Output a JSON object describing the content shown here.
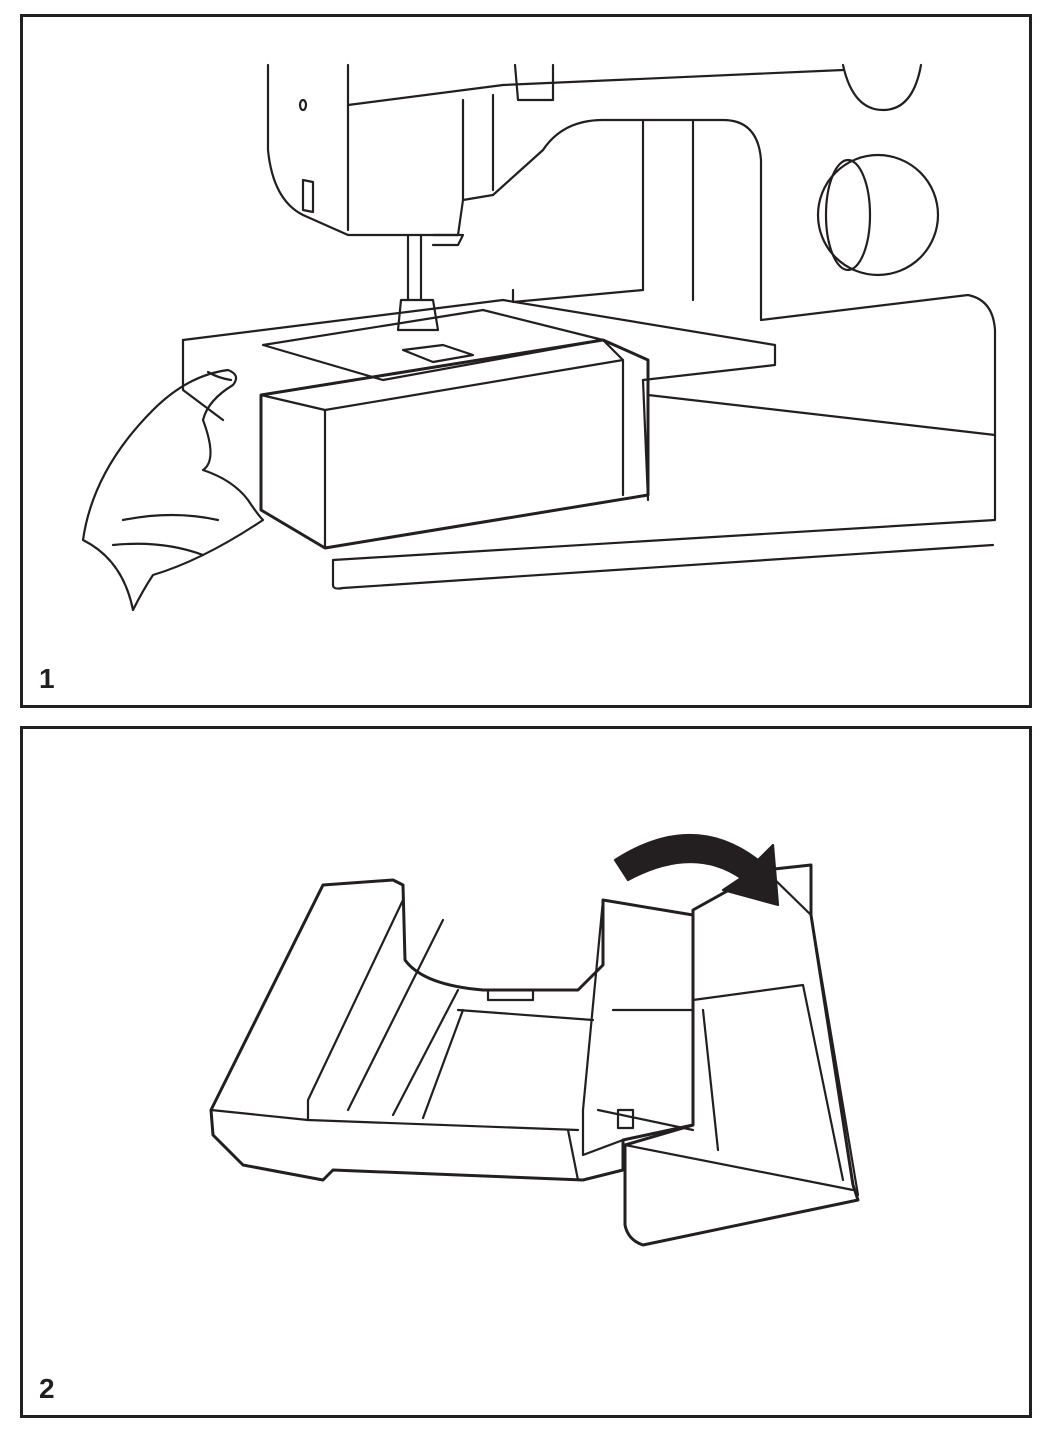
{
  "figures": [
    {
      "label": "1",
      "description_icon": "sewing-machine-removing-accessory-box"
    },
    {
      "label": "2",
      "description_icon": "accessory-box-opening-lid"
    }
  ]
}
